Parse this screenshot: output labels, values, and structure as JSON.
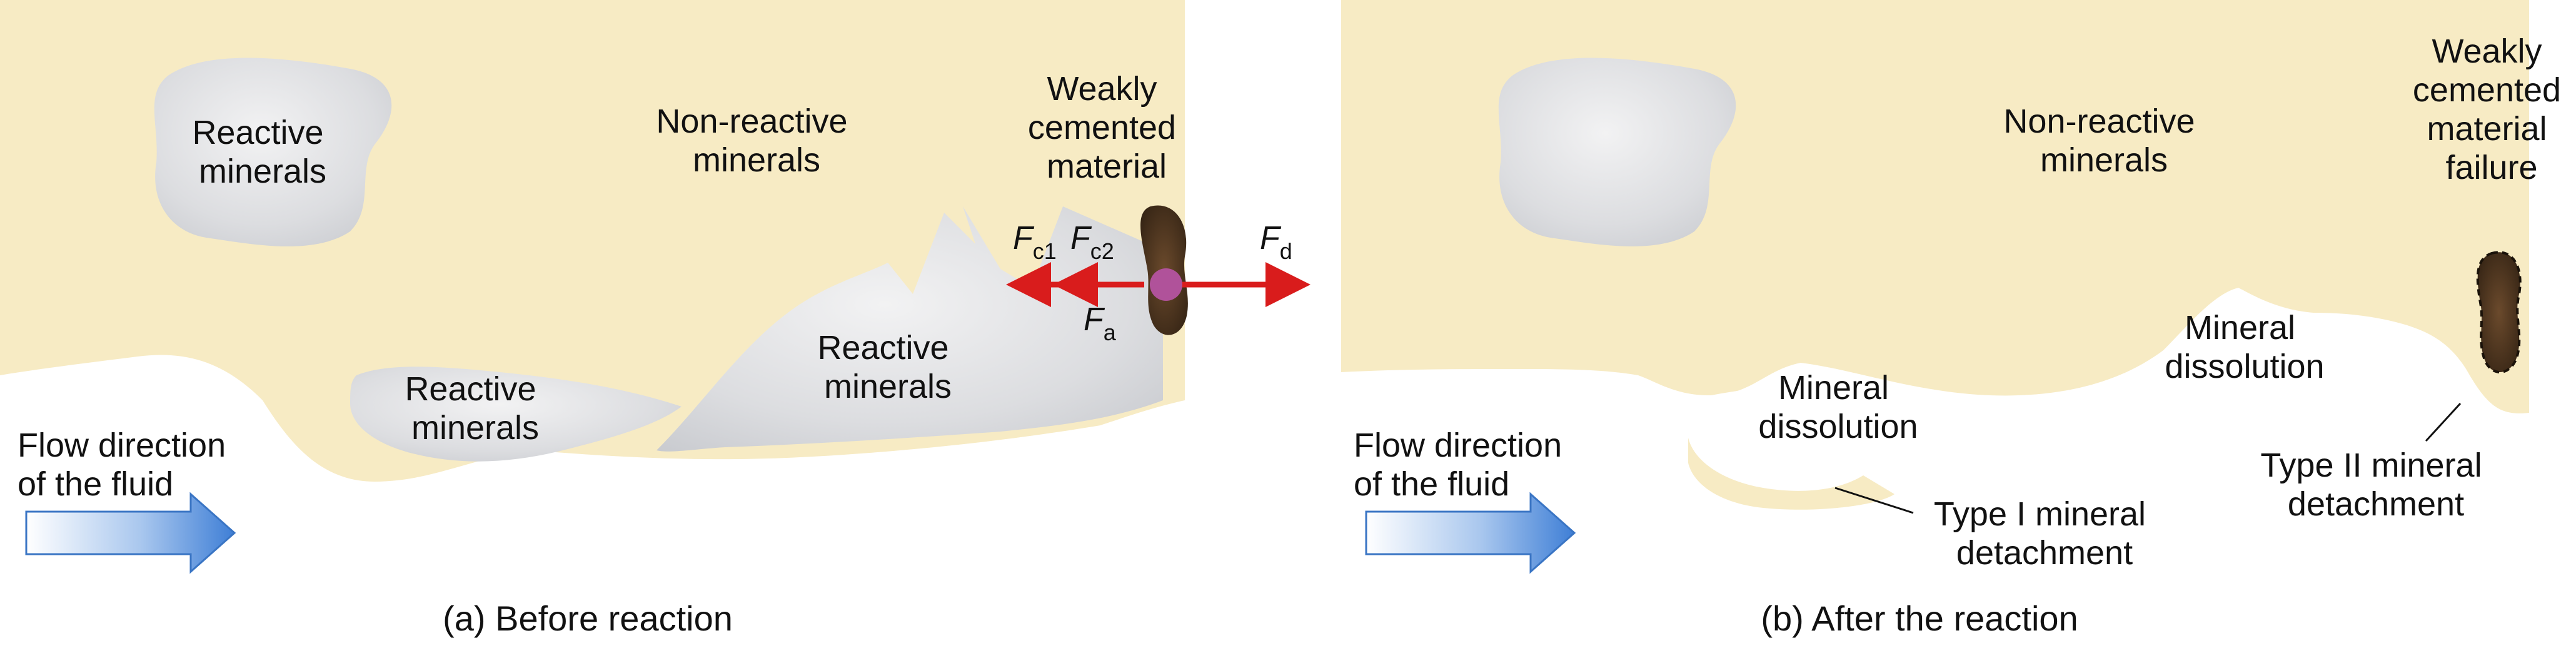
{
  "panel_a": {
    "label_reactive_1": [
      "Reactive",
      "minerals"
    ],
    "label_nonreactive": [
      "Non-reactive",
      "minerals"
    ],
    "label_weakly": [
      "Weakly",
      "cemented",
      "material"
    ],
    "label_reactive_2": [
      "Reactive",
      "minerals"
    ],
    "label_reactive_3": [
      "Reactive",
      "minerals"
    ],
    "flow": [
      "Flow direction",
      "of the fluid"
    ],
    "forces": {
      "fc1": {
        "base": "F",
        "sub": "c1"
      },
      "fc2": {
        "base": "F",
        "sub": "c2"
      },
      "fd": {
        "base": "F",
        "sub": "d"
      },
      "fa": {
        "base": "F",
        "sub": "a"
      }
    },
    "caption": "(a) Before reaction"
  },
  "panel_b": {
    "label_nonreactive": [
      "Non-reactive",
      "minerals"
    ],
    "label_weakly_failure": [
      "Weakly",
      "cemented",
      "material",
      "failure"
    ],
    "label_dissolution_1": [
      "Mineral",
      "dissolution"
    ],
    "label_dissolution_2": [
      "Mineral",
      "dissolution"
    ],
    "label_type1": [
      "Type I mineral",
      "detachment"
    ],
    "label_type2": [
      "Type II mineral",
      "detachment"
    ],
    "flow": [
      "Flow direction",
      "of the fluid"
    ],
    "caption": "(b) After the reaction"
  },
  "colors": {
    "matrix": "#f7ebc4",
    "reactive": "#dcdde0",
    "force_arrow": "#d91c1c",
    "contact_point": "#b0529a",
    "cement": "#4a3420",
    "flow_arrow_start": "#ffffff",
    "flow_arrow_end": "#4a86d8"
  }
}
